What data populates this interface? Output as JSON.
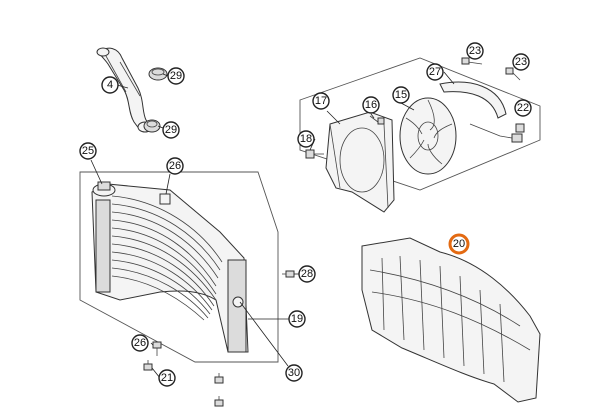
{
  "callouts": [
    {
      "id": "c4",
      "label": "4"
    },
    {
      "id": "c29a",
      "label": "29"
    },
    {
      "id": "c29b",
      "label": "29"
    },
    {
      "id": "c25",
      "label": "25"
    },
    {
      "id": "c26a",
      "label": "26"
    },
    {
      "id": "c28",
      "label": "28"
    },
    {
      "id": "c19",
      "label": "19"
    },
    {
      "id": "c30",
      "label": "30"
    },
    {
      "id": "c26b",
      "label": "26"
    },
    {
      "id": "c21",
      "label": "21"
    },
    {
      "id": "c17",
      "label": "17"
    },
    {
      "id": "c16",
      "label": "16"
    },
    {
      "id": "c15",
      "label": "15"
    },
    {
      "id": "c27",
      "label": "27"
    },
    {
      "id": "c23a",
      "label": "23"
    },
    {
      "id": "c23b",
      "label": "23"
    },
    {
      "id": "c22",
      "label": "22"
    },
    {
      "id": "c18",
      "label": "18"
    },
    {
      "id": "c20",
      "label": "20"
    }
  ],
  "colors": {
    "highlight": "#e36a12",
    "line": "#222222"
  }
}
